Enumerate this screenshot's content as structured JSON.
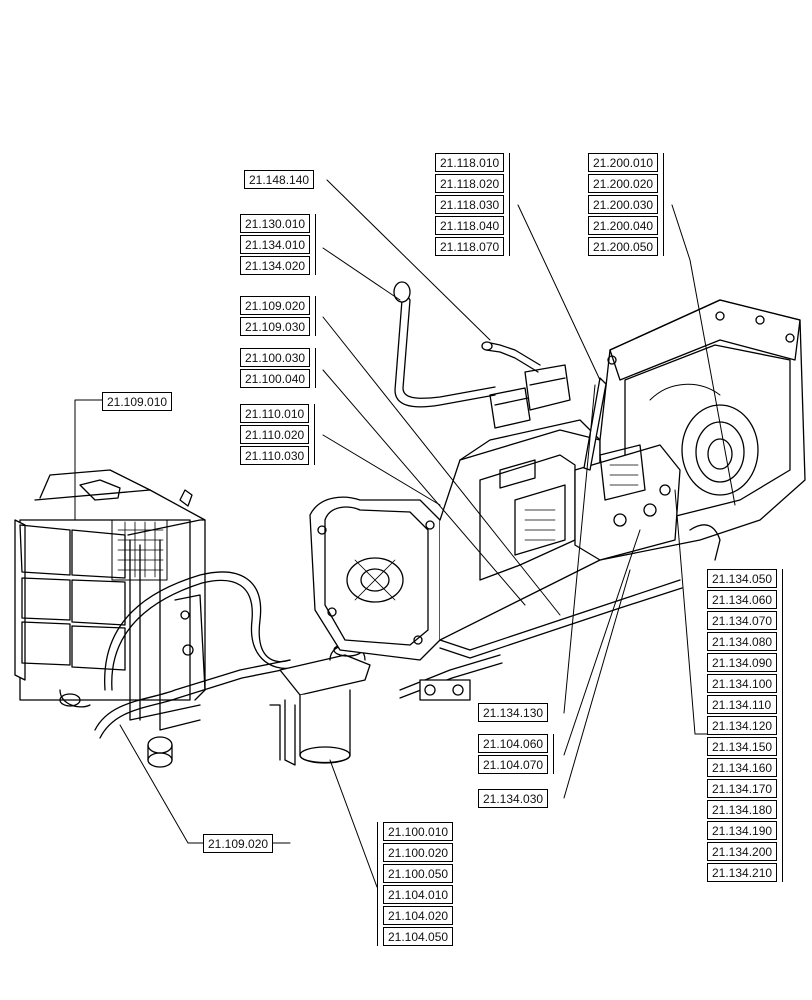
{
  "callouts": [
    {
      "id": "c-148",
      "labels": [
        "21.148.140"
      ]
    },
    {
      "id": "c-130",
      "labels": [
        "21.130.010",
        "21.134.010",
        "21.134.020"
      ]
    },
    {
      "id": "c-118",
      "labels": [
        "21.118.010",
        "21.118.020",
        "21.118.030",
        "21.118.040",
        "21.118.070"
      ]
    },
    {
      "id": "c-200",
      "labels": [
        "21.200.010",
        "21.200.020",
        "21.200.030",
        "21.200.040",
        "21.200.050"
      ]
    },
    {
      "id": "c-109a",
      "labels": [
        "21.109.020",
        "21.109.030"
      ]
    },
    {
      "id": "c-100a",
      "labels": [
        "21.100.030",
        "21.100.040"
      ]
    },
    {
      "id": "c-110",
      "labels": [
        "21.110.010",
        "21.110.020",
        "21.110.030"
      ]
    },
    {
      "id": "c-109b",
      "labels": [
        "21.109.010"
      ]
    },
    {
      "id": "c-134a",
      "labels": [
        "21.134.050",
        "21.134.060",
        "21.134.070",
        "21.134.080",
        "21.134.090",
        "21.134.100",
        "21.134.110",
        "21.134.120",
        "21.134.150",
        "21.134.160",
        "21.134.170",
        "21.134.180",
        "21.134.190",
        "21.134.200",
        "21.134.210"
      ]
    },
    {
      "id": "c-134b",
      "labels": [
        "21.134.130"
      ]
    },
    {
      "id": "c-104",
      "labels": [
        "21.104.060",
        "21.104.070"
      ]
    },
    {
      "id": "c-134c",
      "labels": [
        "21.134.030"
      ]
    },
    {
      "id": "c-109c",
      "labels": [
        "21.109.020"
      ]
    },
    {
      "id": "c-100b",
      "labels": [
        "21.100.010",
        "21.100.020",
        "21.100.050",
        "21.104.010",
        "21.104.020",
        "21.104.050"
      ]
    }
  ]
}
